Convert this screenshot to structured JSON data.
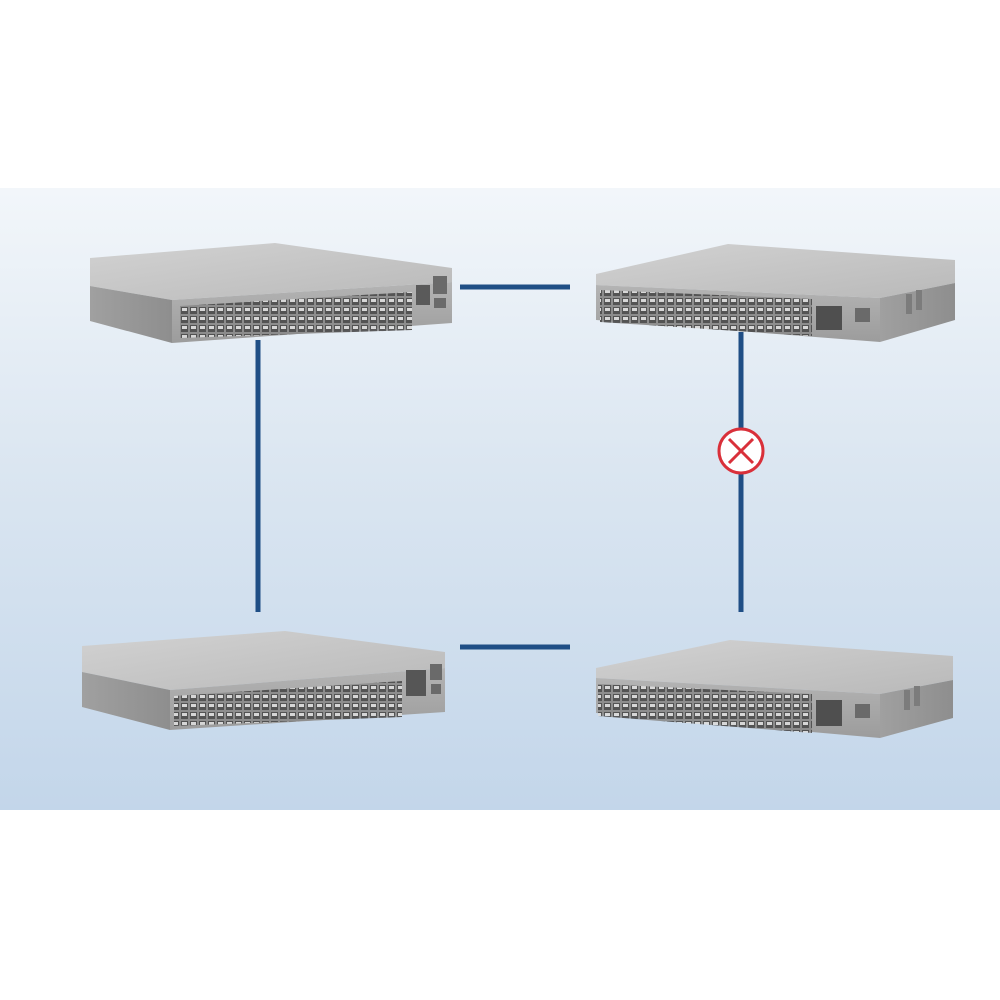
{
  "diagram": {
    "nodes": [
      {
        "id": "switch-top-left",
        "label": ""
      },
      {
        "id": "switch-top-right",
        "label": ""
      },
      {
        "id": "switch-bottom-left",
        "label": ""
      },
      {
        "id": "switch-bottom-right",
        "label": ""
      }
    ],
    "links": [
      {
        "from": "switch-top-left",
        "to": "switch-top-right",
        "status": "active"
      },
      {
        "from": "switch-top-left",
        "to": "switch-bottom-left",
        "status": "active"
      },
      {
        "from": "switch-bottom-left",
        "to": "switch-bottom-right",
        "status": "active"
      },
      {
        "from": "switch-top-right",
        "to": "switch-bottom-right",
        "status": "blocked"
      }
    ],
    "colors": {
      "link": "#1f4e85",
      "blocked_marker": "#d9303a",
      "chassis_top": "#c4c4c4",
      "chassis_front": "#a9a9a9",
      "background_top": "#f2f6fa",
      "background_bottom": "#c3d6ea"
    },
    "icons": {
      "switch": "network-switch-icon",
      "blocked": "blocked-link-icon"
    }
  }
}
